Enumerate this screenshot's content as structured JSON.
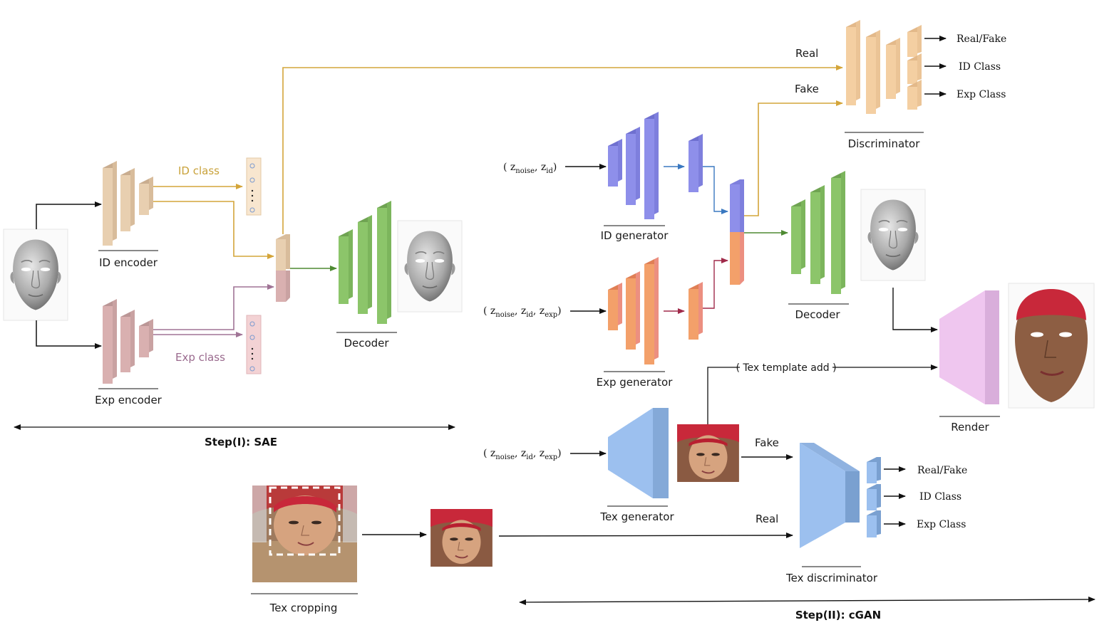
{
  "labels": {
    "id_encoder": "ID encoder",
    "exp_encoder": "Exp encoder",
    "id_class": "ID class",
    "exp_class": "Exp class",
    "decoder_left": "Decoder",
    "step1": "Step(I): SAE",
    "real_top": "Real",
    "fake_top": "Fake",
    "discriminator": "Discriminator",
    "disc_out_realfake": "Real/Fake",
    "disc_out_id": "ID Class",
    "disc_out_exp": "Exp Class",
    "input_id_gen": "( z",
    "id_generator": "ID generator",
    "exp_generator": "Exp generator",
    "decoder_right": "Decoder",
    "render": "Render",
    "tex_template_add": "( Tex template add )",
    "tex_generator": "Tex generator",
    "fake_tex": "Fake",
    "real_tex": "Real",
    "tex_discriminator": "Tex discriminator",
    "tex_out_realfake": "Real/Fake",
    "tex_out_id": "ID Class",
    "tex_out_exp": "Exp Class",
    "tex_cropping": "Tex cropping",
    "step2": "Step(II): cGAN"
  },
  "inputs": {
    "id_gen": {
      "open": "( z",
      "noise": "noise",
      "sep1": ", z",
      "id": "id",
      "close": ")"
    },
    "exp_gen": {
      "open": "( z",
      "noise": "noise",
      "sep1": ", z",
      "id": "id",
      "sep2": ", z",
      "exp": "exp",
      "close": ")"
    },
    "tex_gen": {
      "open": "( z",
      "noise": "noise",
      "sep1": ", z",
      "id": "id",
      "sep2": ", z",
      "exp": "exp",
      "close": ")"
    }
  },
  "colors": {
    "encoder_beige": "#e8cfb0",
    "encoder_pink": "#d9b0b0",
    "decoder_green": "#8cc56a",
    "disc_peach": "#f4cfa2",
    "id_gen_blue": "#8e8fea",
    "exp_gen_orange": "#f3a06a",
    "tex_blue": "#9cc0ef",
    "render_pink": "#efc6ef",
    "arrow_gold": "#d4a53a",
    "arrow_mauve": "#a07496",
    "arrow_green": "#4e8a32",
    "arrow_blue": "#3a78c0",
    "arrow_red": "#a02a4a"
  },
  "icons": [
    "face-mesh-icon",
    "textured-face-icon",
    "uv-texture-icon",
    "latent-vector-icon"
  ]
}
